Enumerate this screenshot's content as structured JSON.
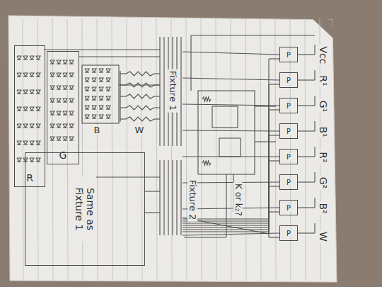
{
  "diagram": {
    "nodes": [
      {
        "text": [
          "R"
        ]
      },
      {
        "text": [
          "G"
        ]
      },
      {
        "text": [
          "Same as Fixture 1"
        ]
      },
      {
        "text": [
          "P"
        ]
      },
      {
        "text": [
          "P"
        ]
      },
      {
        "text": [
          "P"
        ]
      },
      {
        "text": [
          "P"
        ]
      },
      {
        "text": [
          "P"
        ]
      },
      {
        "text": [
          "P"
        ]
      },
      {
        "text": [
          "P"
        ]
      },
      {
        "text": [
          "P"
        ]
      }
    ],
    "labels": [
      "B",
      "W",
      "Fixture 1",
      "Fixture 2",
      "K or k₂?",
      "Vcc",
      "R¹",
      "G¹",
      "B¹",
      "R²",
      "G²",
      "B²",
      "W"
    ]
  }
}
